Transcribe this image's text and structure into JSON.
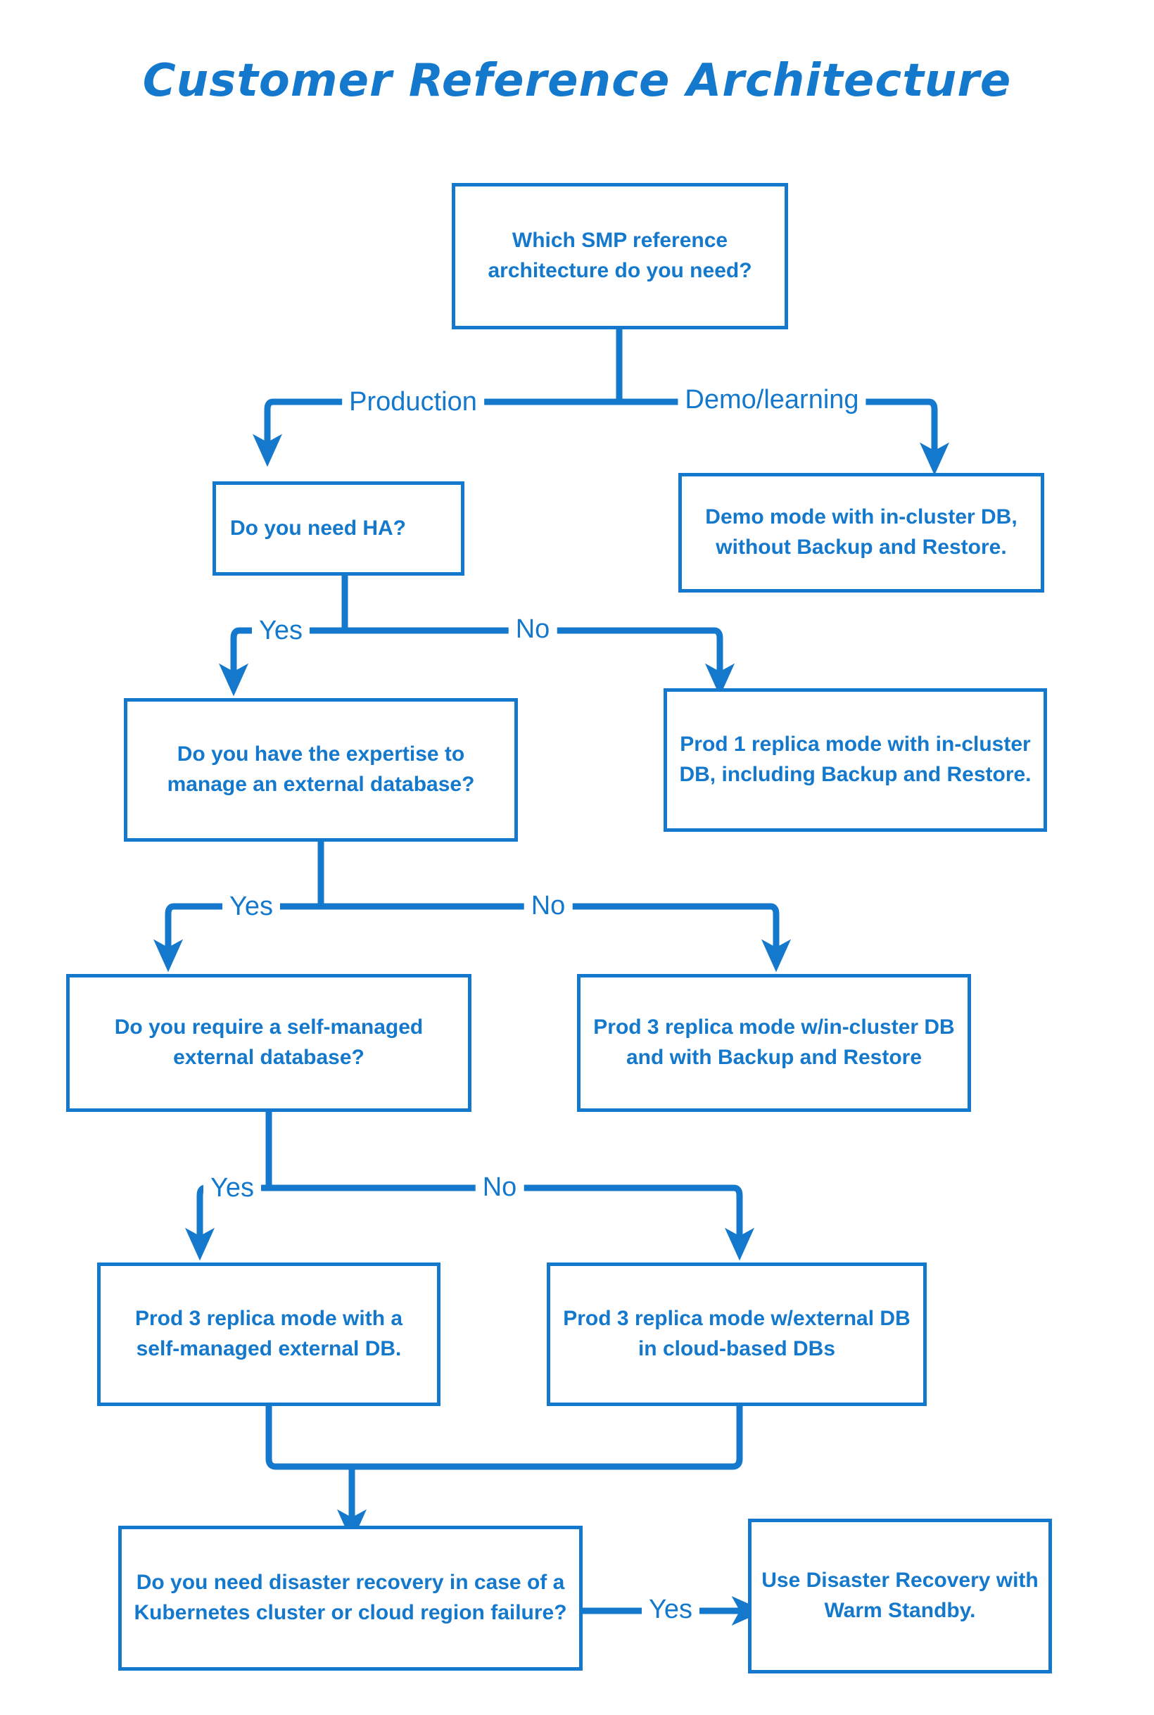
{
  "page": {
    "title": "Customer Reference Architecture",
    "background_color": "#ffffff",
    "accent_color": "#1479cc"
  },
  "chart_data": {
    "type": "diagram",
    "diagram_type": "flowchart",
    "title": "Customer Reference Architecture",
    "orientation": "top-down",
    "nodes": [
      {
        "id": "n1",
        "label": "Which SMP reference architecture do you need?",
        "shape": "rectangle",
        "role": "decision"
      },
      {
        "id": "n2",
        "label": "Do you need HA?",
        "shape": "rectangle",
        "role": "decision"
      },
      {
        "id": "n3",
        "label": "Demo mode with in-cluster DB, without Backup and Restore.",
        "shape": "rectangle",
        "role": "outcome"
      },
      {
        "id": "n4",
        "label": "Do you have the expertise to manage an external database?",
        "shape": "rectangle",
        "role": "decision"
      },
      {
        "id": "n5",
        "label": "Prod 1 replica mode with in-cluster DB, including Backup and Restore.",
        "shape": "rectangle",
        "role": "outcome"
      },
      {
        "id": "n6",
        "label": "Do you require a self-managed external database?",
        "shape": "rectangle",
        "role": "decision"
      },
      {
        "id": "n7",
        "label": "Prod 3 replica mode w/in-cluster DB and with Backup and Restore",
        "shape": "rectangle",
        "role": "outcome"
      },
      {
        "id": "n8",
        "label": "Prod 3 replica mode with a self-managed external DB.",
        "shape": "rectangle",
        "role": "outcome"
      },
      {
        "id": "n9",
        "label": "Prod 3 replica mode w/external DB in cloud-based DBs",
        "shape": "rectangle",
        "role": "outcome"
      },
      {
        "id": "n10",
        "label": "Do you need disaster recovery in case of a Kubernetes cluster or cloud region failure?",
        "shape": "rectangle",
        "role": "decision"
      },
      {
        "id": "n11",
        "label": "Use Disaster Recovery with Warm Standby.",
        "shape": "rectangle",
        "role": "outcome"
      }
    ],
    "edges": [
      {
        "from": "n1",
        "to": "n2",
        "label": "Production"
      },
      {
        "from": "n1",
        "to": "n3",
        "label": "Demo/learning"
      },
      {
        "from": "n2",
        "to": "n4",
        "label": "Yes"
      },
      {
        "from": "n2",
        "to": "n5",
        "label": "No"
      },
      {
        "from": "n4",
        "to": "n6",
        "label": "Yes"
      },
      {
        "from": "n4",
        "to": "n7",
        "label": "No"
      },
      {
        "from": "n6",
        "to": "n8",
        "label": "Yes"
      },
      {
        "from": "n6",
        "to": "n9",
        "label": "No"
      },
      {
        "from": "n8",
        "to": "n10",
        "label": ""
      },
      {
        "from": "n9",
        "to": "n10",
        "label": ""
      },
      {
        "from": "n10",
        "to": "n11",
        "label": "Yes"
      }
    ]
  },
  "nodes": {
    "n1": {
      "label": "Which SMP reference architecture do you need?"
    },
    "n2": {
      "label": "Do you need HA?"
    },
    "n3": {
      "label": "Demo mode with in-cluster DB, without Backup and Restore."
    },
    "n4": {
      "label": "Do you have the expertise to manage an external database?"
    },
    "n5": {
      "label": "Prod 1 replica mode with in-cluster DB, including Backup and Restore."
    },
    "n6": {
      "label": "Do you require a self-managed external database?"
    },
    "n7": {
      "label": "Prod 3 replica mode w/in-cluster DB and with Backup and Restore"
    },
    "n8": {
      "label": "Prod 3 replica mode with a self-managed external DB."
    },
    "n9": {
      "label": "Prod 3 replica mode w/external DB in cloud-based DBs"
    },
    "n10": {
      "label": "Do you need disaster recovery in case of a Kubernetes cluster or cloud region failure?"
    },
    "n11": {
      "label": "Use Disaster Recovery with Warm Standby."
    }
  },
  "edge_labels": {
    "production": "Production",
    "demo_learning": "Demo/learning",
    "ha_yes": "Yes",
    "ha_no": "No",
    "expertise_yes": "Yes",
    "expertise_no": "No",
    "selfmanaged_yes": "Yes",
    "selfmanaged_no": "No",
    "dr_yes": "Yes"
  }
}
